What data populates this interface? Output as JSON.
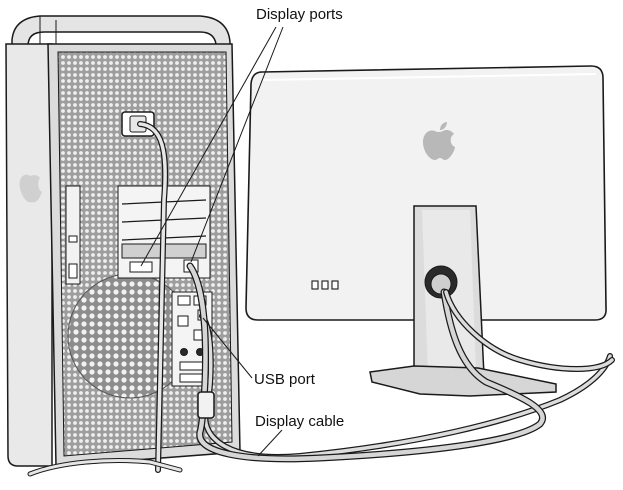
{
  "diagram": {
    "callouts": {
      "display_ports": "Display ports",
      "usb_port": "USB port",
      "display_cable": "Display cable"
    }
  },
  "colors": {
    "outline": "#1a1a1a",
    "tower_metal": "#e6e6e6",
    "perforated_panel": "#bdbdbd",
    "display_back": "#f0f0f0",
    "cable": "#d9d9d9"
  },
  "icons": {
    "display_logo": "apple-logo-icon",
    "tower_logo": "apple-logo-icon"
  }
}
